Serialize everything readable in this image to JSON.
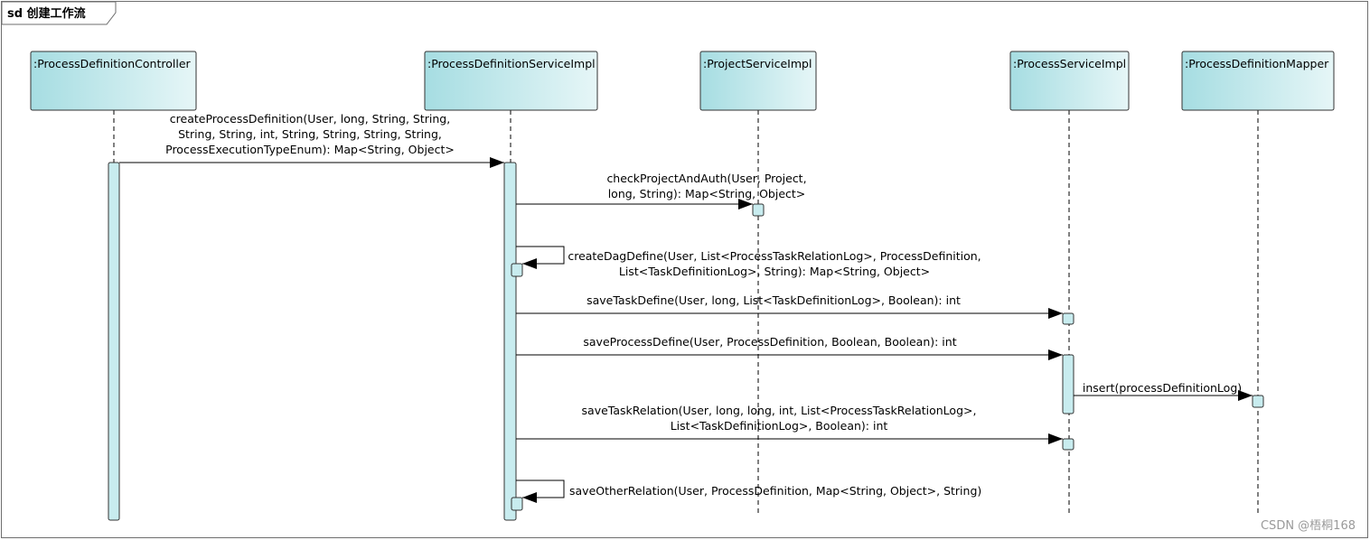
{
  "frame": {
    "title": "sd 创建工作流"
  },
  "lifelines": [
    {
      "name": ":ProcessDefinitionController"
    },
    {
      "name": ":ProcessDefinitionServiceImpl"
    },
    {
      "name": ":ProjectServiceImpl"
    },
    {
      "name": ":ProcessServiceImpl"
    },
    {
      "name": ":ProcessDefinitionMapper"
    }
  ],
  "messages": [
    {
      "from": ":ProcessDefinitionController",
      "to": ":ProcessDefinitionServiceImpl",
      "lines": [
        "createProcessDefinition(User, long, String, String,",
        "String, String, int, String, String, String, String,",
        "ProcessExecutionTypeEnum): Map<String, Object>"
      ]
    },
    {
      "from": ":ProcessDefinitionServiceImpl",
      "to": ":ProjectServiceImpl",
      "lines": [
        "checkProjectAndAuth(User, Project,",
        "long, String): Map<String, Object>"
      ]
    },
    {
      "from": ":ProcessDefinitionServiceImpl",
      "to": ":ProcessDefinitionServiceImpl",
      "lines": [
        "createDagDefine(User, List<ProcessTaskRelationLog>, ProcessDefinition,",
        "List<TaskDefinitionLog>, String): Map<String, Object>"
      ]
    },
    {
      "from": ":ProcessDefinitionServiceImpl",
      "to": ":ProcessServiceImpl",
      "lines": [
        "saveTaskDefine(User, long, List<TaskDefinitionLog>, Boolean): int"
      ]
    },
    {
      "from": ":ProcessDefinitionServiceImpl",
      "to": ":ProcessServiceImpl",
      "lines": [
        "saveProcessDefine(User, ProcessDefinition, Boolean, Boolean): int"
      ]
    },
    {
      "from": ":ProcessServiceImpl",
      "to": ":ProcessDefinitionMapper",
      "lines": [
        "insert(processDefinitionLog)"
      ]
    },
    {
      "from": ":ProcessDefinitionServiceImpl",
      "to": ":ProcessServiceImpl",
      "lines": [
        "saveTaskRelation(User, long, long, int, List<ProcessTaskRelationLog>,",
        "List<TaskDefinitionLog>, Boolean): int"
      ]
    },
    {
      "from": ":ProcessDefinitionServiceImpl",
      "to": ":ProcessDefinitionServiceImpl",
      "lines": [
        "saveOtherRelation(User, ProcessDefinition, Map<String, Object>, String)"
      ]
    }
  ],
  "watermark": "CSDN @梧桐168",
  "colors": {
    "box_fill_left": "#a6dde2",
    "box_fill_right": "#e6f6f7",
    "activation_fill": "#c8ecef",
    "border": "#333333"
  }
}
